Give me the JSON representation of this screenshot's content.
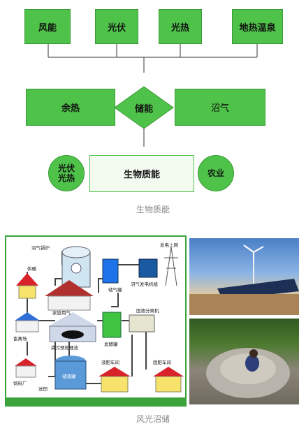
{
  "top_row": {
    "wind": "风能",
    "pv": "光伏",
    "solar_thermal": "光热",
    "geothermal": "地热温泉"
  },
  "middle_row": {
    "waste_heat": "余热",
    "storage": "储能",
    "biogas": "沼气"
  },
  "bottom_row": {
    "pv_thermal_line1": "光伏",
    "pv_thermal_line2": "光热",
    "biomass": "生物质能",
    "agriculture": "农业"
  },
  "caption_1": "生物质能",
  "process_diagram": {
    "biogas_boiler": "沼气锅炉",
    "heating": "供暖",
    "household_gas": "家庭用气",
    "gas_tank": "储气罐",
    "biogas_generator": "沼气发电机组",
    "grid": "发电上网",
    "livestock_farm": "畜禽场",
    "manure_pool": "粪污预处理池",
    "fermenter": "发酵罐",
    "separator": "固液分离机",
    "feed_shed": "饲料厂",
    "return_field": "送田",
    "slurry_tank": "储液罐",
    "liquid_fert": "液肥车间",
    "solid_fert": "固肥车间"
  },
  "caption_2": "风光沼储"
}
